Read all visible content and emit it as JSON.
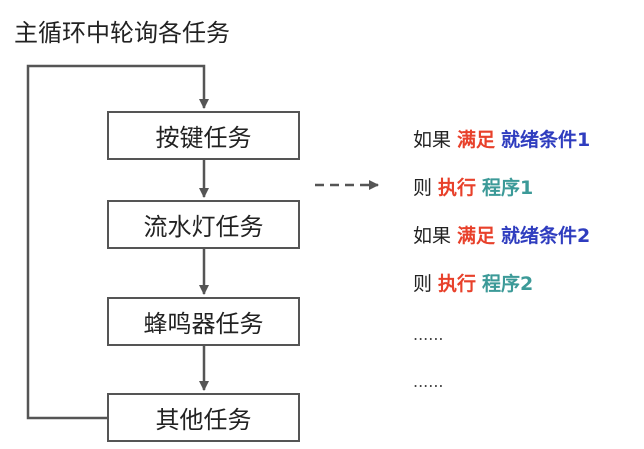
{
  "title": "主循环中轮询各任务",
  "tasks": [
    "按键任务",
    "流水灯任务",
    "蜂鸣器任务",
    "其他任务"
  ],
  "rules": [
    {
      "prefix": "如果",
      "keyword": "满足",
      "target": "就绪条件1"
    },
    {
      "prefix": "则",
      "keyword": "执行",
      "target": "程序1"
    },
    {
      "prefix": "如果",
      "keyword": "满足",
      "target": "就绪条件2"
    },
    {
      "prefix": "则",
      "keyword": "执行",
      "target": "程序2"
    }
  ],
  "ellipsis": [
    "......",
    "......"
  ],
  "colors": {
    "line": "#555555",
    "keyword": "#e8412b",
    "condition": "#2f3dbf",
    "program": "#3c9a98"
  }
}
